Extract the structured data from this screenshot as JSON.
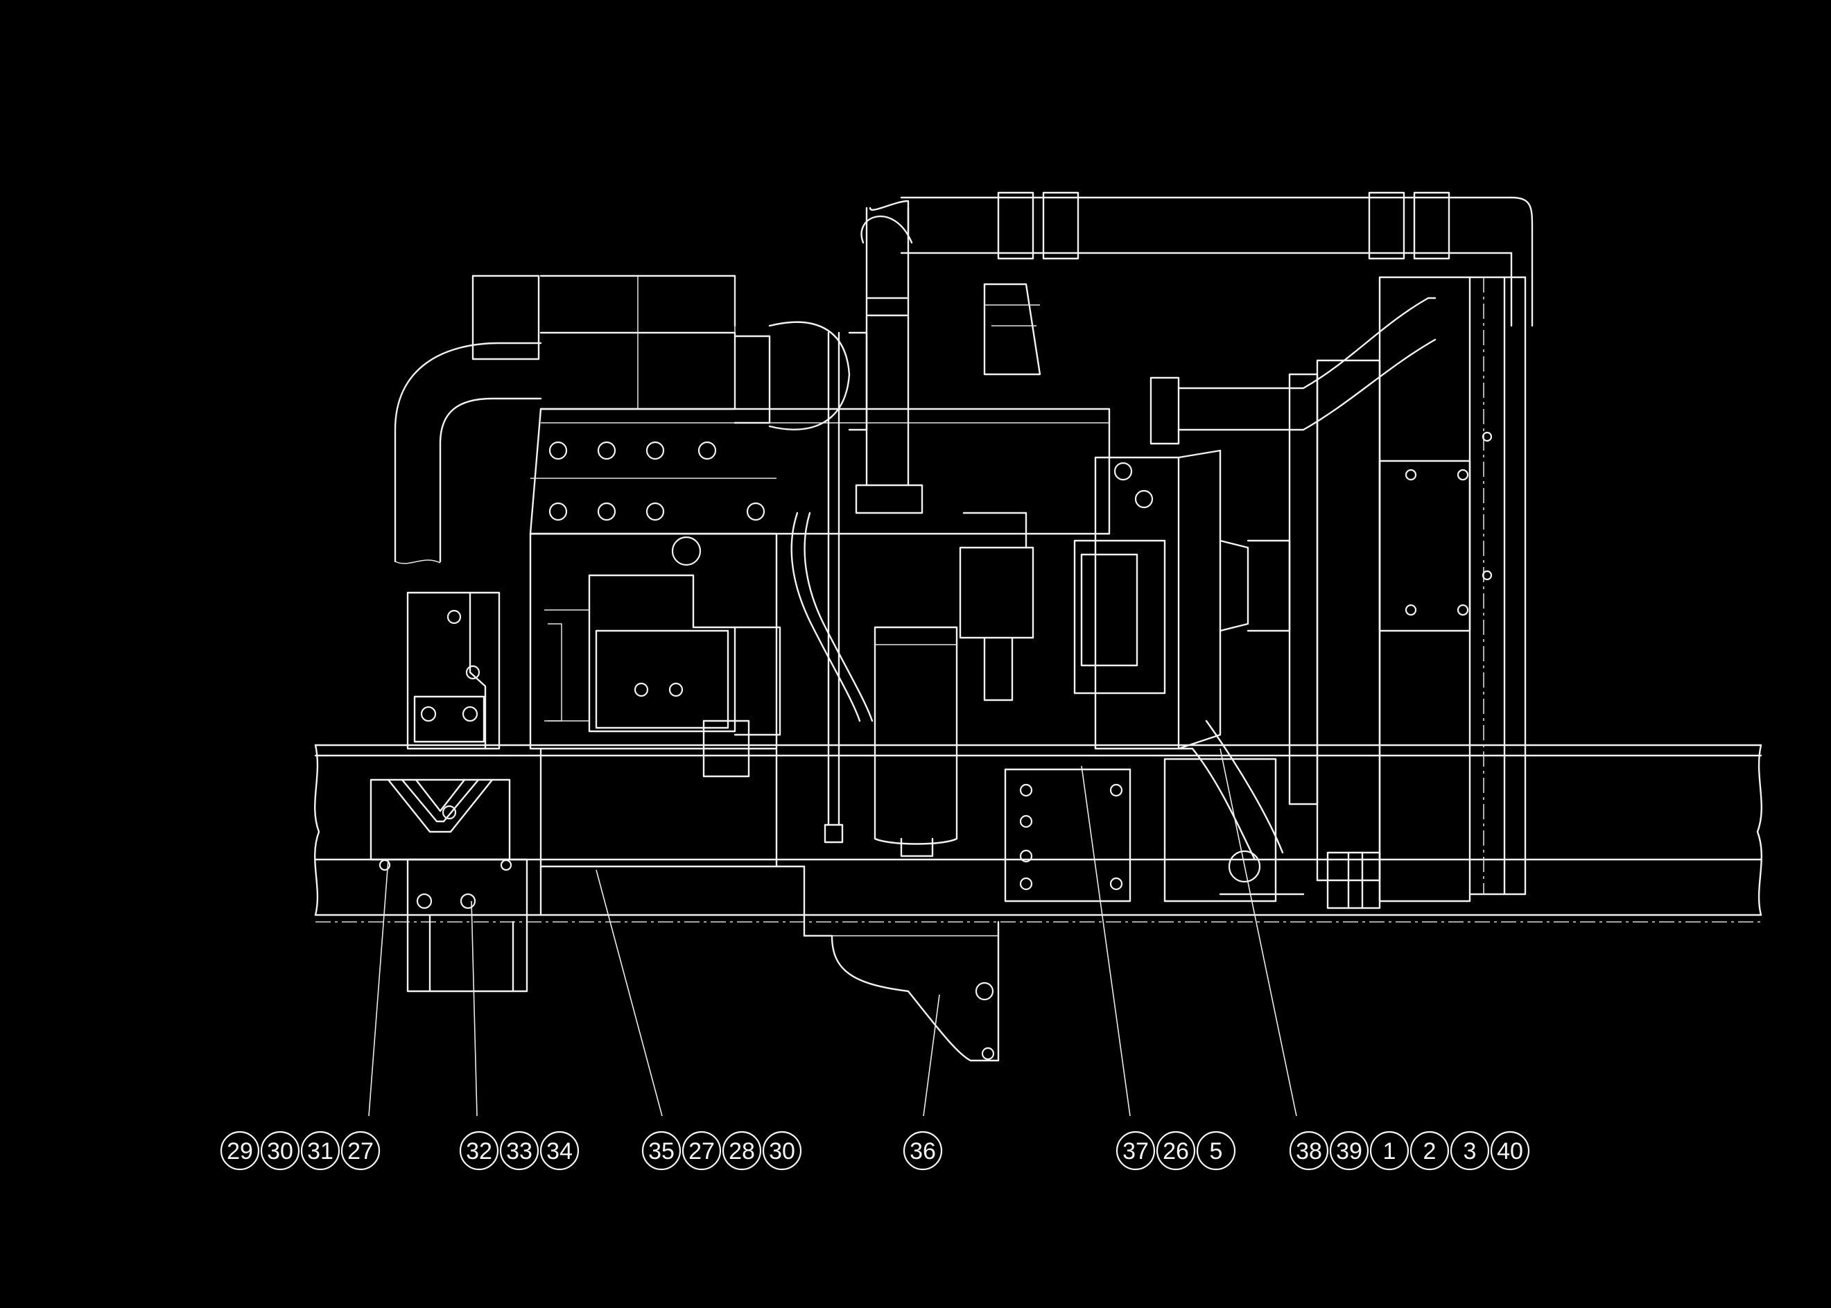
{
  "callout_groups": [
    {
      "numbers": [
        "29",
        "30",
        "31",
        "27"
      ]
    },
    {
      "numbers": [
        "32",
        "33",
        "34"
      ]
    },
    {
      "numbers": [
        "35",
        "27",
        "28",
        "30"
      ]
    },
    {
      "numbers": [
        "36"
      ]
    },
    {
      "numbers": [
        "37",
        "26",
        "5"
      ]
    },
    {
      "numbers": [
        "38",
        "39",
        "1",
        "2",
        "3",
        "40"
      ]
    }
  ],
  "colors": {
    "background": "#000000",
    "linework": "#f2f2f2"
  }
}
